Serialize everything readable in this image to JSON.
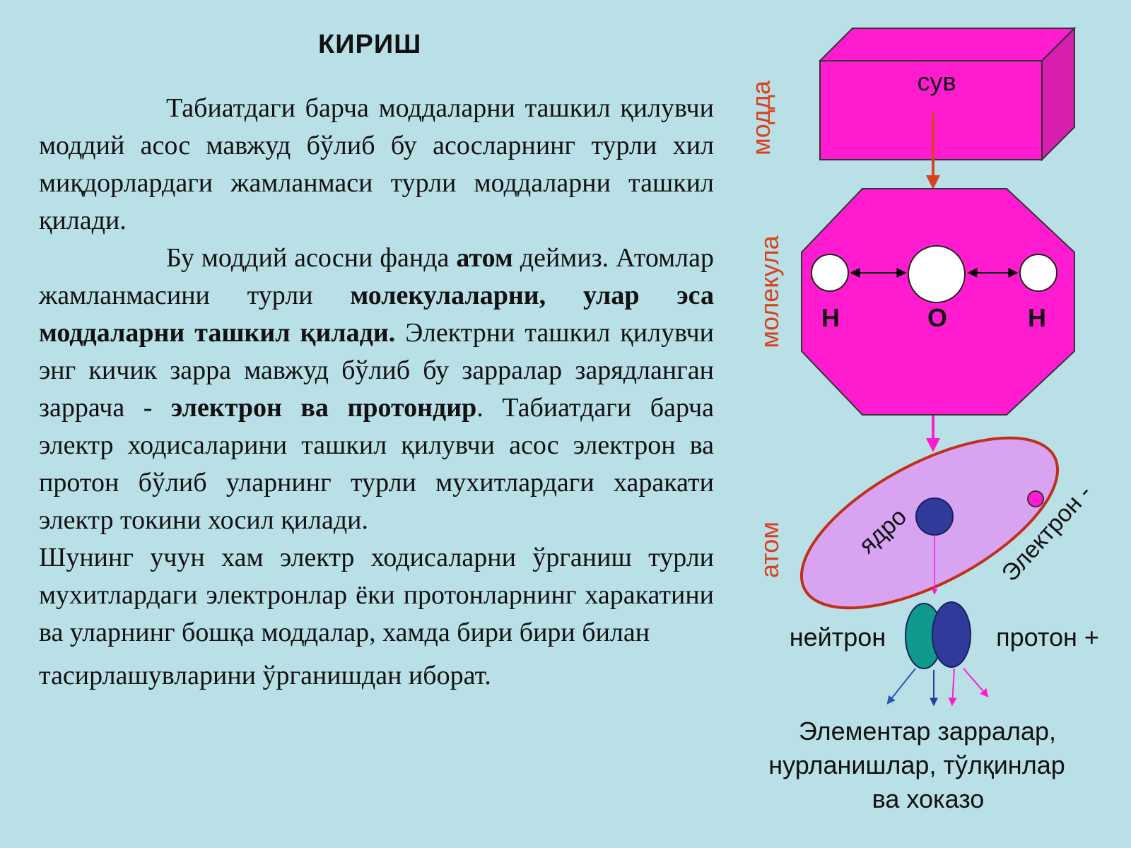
{
  "title": "КИРИШ",
  "paragraphs": {
    "p1": "Табиатдаги  барча моддаларни ташкил қилувчи моддий асос мавжуд бўлиб бу асосларнинг турли хил миқдорлардаги жамланмаси турли моддаларни ташкил қилади.",
    "p2_a": "Бу моддий асосни фанда ",
    "p2_bold1": "атом",
    "p2_b": " деймиз. Атомлар жамланмасини турли ",
    "p2_bold2": "молекулаларни, улар эса моддаларни ташкил қилади.",
    "p2_c": " Электрни ташкил қилувчи энг кичик зарра мавжуд бўлиб бу зарралар зарядланган заррача - ",
    "p2_bold3": "электрон ва протондир",
    "p2_d": ".  Табиатдаги барча электр ходисаларини ташкил қилувчи асос электрон ва протон бўлиб уларнинг турли мухитлардаги харакати электр токини хосил қилади.",
    "p3": "Шунинг учун хам электр ходисаларни ўрганиш турли мухитлардаги электронлар ёки протонларнинг харакатини ва уларнинг бошқа моддалар, хамда бири бири билан",
    "p4": "тасирлашувларини ўрганишдан иборат."
  },
  "diagram": {
    "side_labels": {
      "substance": "модда",
      "molecule": "молекула",
      "atom": "атом"
    },
    "box_label": "сув",
    "atoms": {
      "h_left": "H",
      "o": "O",
      "h_right": "H"
    },
    "nucleus_label": "ядро",
    "electron_label": "Электрон -",
    "neutron_label": "нейтрон",
    "proton_label": "протон +",
    "elementary": {
      "line1": "Элементар зарралар,",
      "line2": "нурланишлар, тўлқинлар",
      "line3": "ва хоказо"
    },
    "colors": {
      "magenta": "#ff1cd0",
      "accent_red": "#d9421e",
      "ellipse_fill": "#d8a4f2",
      "nucleus": "#2f3a9a",
      "neutron": "#0f9a8c",
      "electron_dot": "#ff1cd0"
    }
  }
}
